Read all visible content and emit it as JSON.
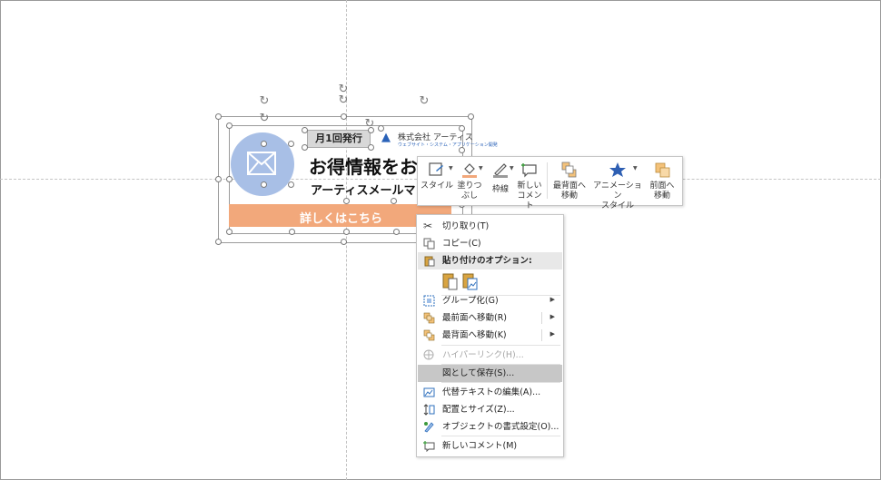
{
  "banner": {
    "badge": "月1回発行",
    "company_name": "株式会社 アーティス",
    "company_tagline": "ウェブサイト・システム・アプリケーション開発",
    "headline": "お得情報をお",
    "subline": "アーティスメールマ",
    "cta_label": "詳しくはこちら",
    "colors": {
      "circle": "#a8bfe6",
      "cta": "#f2a87b"
    }
  },
  "minibar": {
    "items": [
      {
        "label": "スタイル",
        "icon": "style-icon"
      },
      {
        "label": "塗りつ\nぶし",
        "icon": "fill-icon"
      },
      {
        "label": "枠線",
        "icon": "outline-icon"
      },
      {
        "label": "新しい\nコメント",
        "icon": "new-comment-icon"
      },
      {
        "label": "最背面へ\n移動",
        "icon": "send-to-back-icon"
      },
      {
        "label": "アニメーション\nスタイル",
        "icon": "animation-star-icon"
      },
      {
        "label": "前面へ\n移動",
        "icon": "bring-forward-icon"
      }
    ]
  },
  "context_menu": {
    "cut": "切り取り(T)",
    "copy": "コピー(C)",
    "paste_header": "貼り付けのオプション:",
    "group": "グループ化(G)",
    "bring_front": "最前面へ移動(R)",
    "send_back": "最背面へ移動(K)",
    "hyperlink": "ハイパーリンク(H)...",
    "save_as_picture": "図として保存(S)...",
    "edit_alt_text": "代替テキストの編集(A)...",
    "size_position": "配置とサイズ(Z)...",
    "format_object": "オブジェクトの書式設定(O)...",
    "new_comment": "新しいコメント(M)"
  }
}
